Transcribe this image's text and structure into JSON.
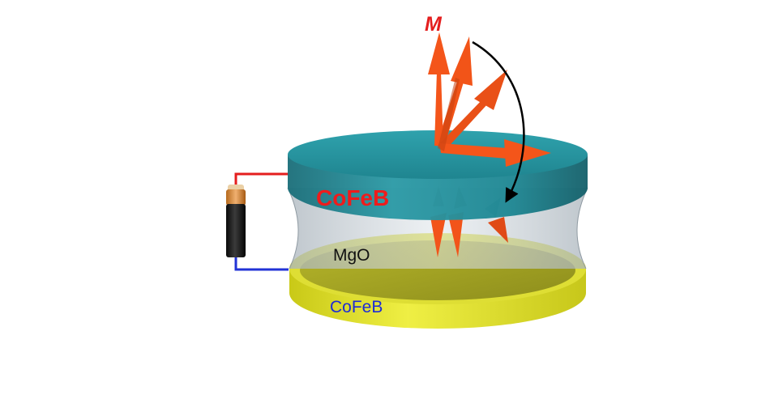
{
  "labels": {
    "magnetization": "M",
    "free_layer": "CoFeB",
    "barrier": "MgO",
    "fixed_layer": "CoFeB"
  },
  "colors": {
    "free_layer": "#1e8a96",
    "free_layer_text": "#ee1c1c",
    "barrier": "#c9d4dc",
    "fixed_layer": "#e3e32e",
    "fixed_layer_text": "#1d2bd6",
    "arrow": "#f4551a",
    "wire_top": "#e41e1e",
    "wire_bottom": "#2233d6",
    "rotation_arrow": "#000000"
  },
  "icons": {
    "battery": "battery-icon",
    "rotation": "curved-rotation-arrow-icon"
  }
}
